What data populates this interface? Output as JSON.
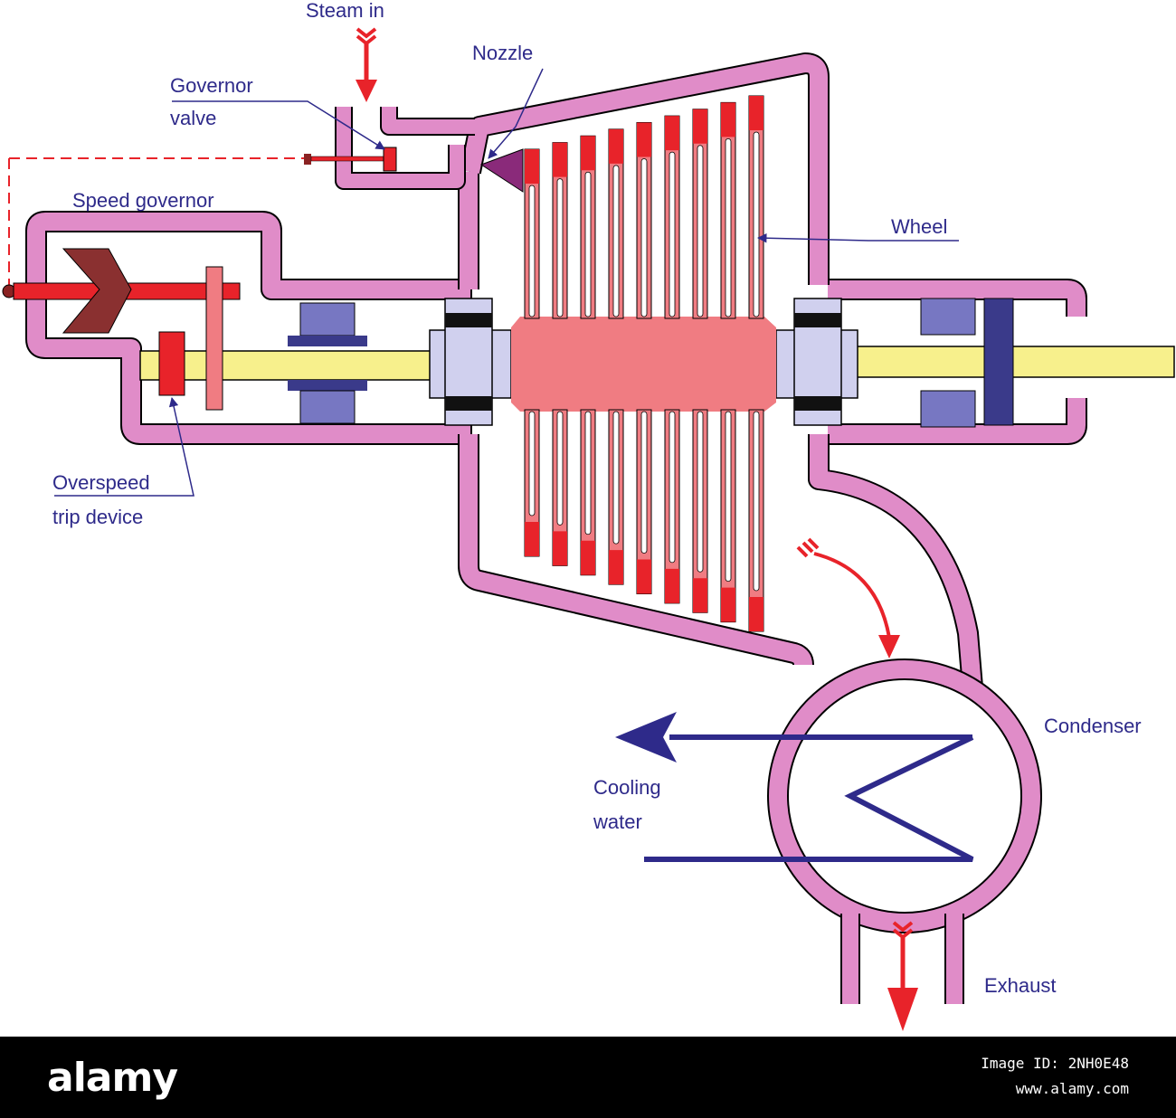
{
  "labels": {
    "steam_in": "Steam in",
    "nozzle": "Nozzle",
    "governor_valve_line1": "Governor",
    "governor_valve_line2": "valve",
    "speed_governor": "Speed governor",
    "wheel": "Wheel",
    "overspeed_line1": "Overspeed",
    "overspeed_line2": "trip device",
    "condenser": "Condenser",
    "cooling_water_line1": "Cooling",
    "cooling_water_line2": "water",
    "exhaust": "Exhaust"
  },
  "footer": {
    "logo": "alamy",
    "image_id": "Image ID: 2NH0E48",
    "url": "www.alamy.com"
  },
  "colors": {
    "casing": "#e08cc8",
    "rotor": "#f07c82",
    "blade_tip": "#e8232a",
    "shaft": "#f7f08c",
    "bearing": "#7777c2",
    "label": "#2e2a8a",
    "steam_arrow": "#e8232a",
    "cooling_water": "#2e2a8a"
  }
}
